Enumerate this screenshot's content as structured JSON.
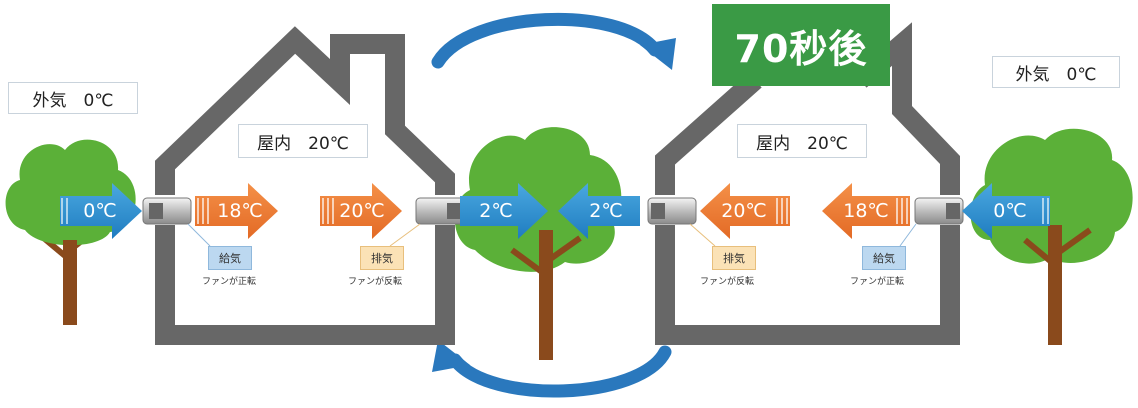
{
  "outside_left": "外気　0℃",
  "outside_right": "外気　0℃",
  "indoor_left": "屋内　20℃",
  "indoor_right": "屋内　20℃",
  "time_badge": "70秒後",
  "left_house": {
    "arrow_outside": "0℃",
    "arrow_supply": "18℃",
    "arrow_exhaust": "20℃",
    "arrow_between": "2℃",
    "tag_supply": "給気",
    "tag_exhaust": "排気",
    "fan_supply": "ファンが正転",
    "fan_exhaust": "ファンが反転"
  },
  "right_house": {
    "arrow_between": "2℃",
    "arrow_exhaust": "20℃",
    "arrow_supply": "18℃",
    "arrow_outside": "0℃",
    "tag_exhaust": "排気",
    "tag_supply": "給気",
    "fan_exhaust": "ファンが反転",
    "fan_supply": "ファンが正転"
  },
  "colors": {
    "blue_arrow": "#2f8fcf",
    "orange_arrow": "#ef7d37",
    "house_outline": "#676767",
    "tree_green": "#5bb038",
    "trunk": "#8a4a1c",
    "badge_green": "#3a9a45",
    "cycle_arrow": "#2a78bd"
  }
}
